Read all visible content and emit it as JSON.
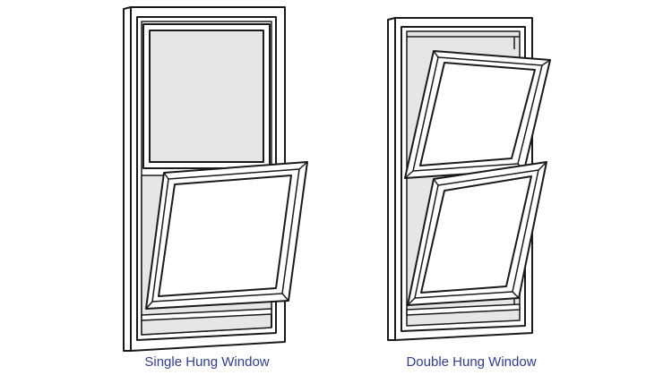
{
  "figures": [
    {
      "id": "single",
      "caption": "Single Hung Window"
    },
    {
      "id": "double",
      "caption": "Double Hung Window"
    }
  ],
  "colors": {
    "line": "#1a1a1a",
    "glass_shaded": "#e6e6e8",
    "glass_clear": "#ffffff",
    "frame_face": "#ffffff",
    "caption": "#2f3f8a"
  }
}
